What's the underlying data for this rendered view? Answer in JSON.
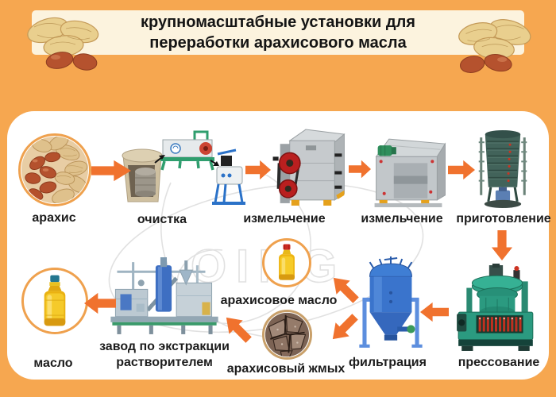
{
  "header": {
    "title_line1": "крупномасштабные установки для",
    "title_line2": "переработки арахисового масла"
  },
  "watermark_text": "OING",
  "steps": {
    "peanuts": "арахис",
    "cleaning": "очистка",
    "crushing": "измельчение",
    "flaking": "измельчение",
    "cooking": "приготовление",
    "pressing": "прессование",
    "filtration": "фильтрация",
    "peanut_oil": "арахисовое масло",
    "peanut_cake": "арахисовый жмых",
    "extraction_line1": "завод по экстракции",
    "extraction_line2": "растворителем",
    "oil": "масло"
  },
  "colors": {
    "background_orange": "#f6a750",
    "banner_cream": "#fcf3de",
    "arrow_orange": "#f0722e",
    "circle_ring": "#efa14e",
    "label_text": "#1c1c1c",
    "press_green": "#2b9a80",
    "filter_blue": "#3a74cc",
    "cooker_green": "#42635a"
  }
}
